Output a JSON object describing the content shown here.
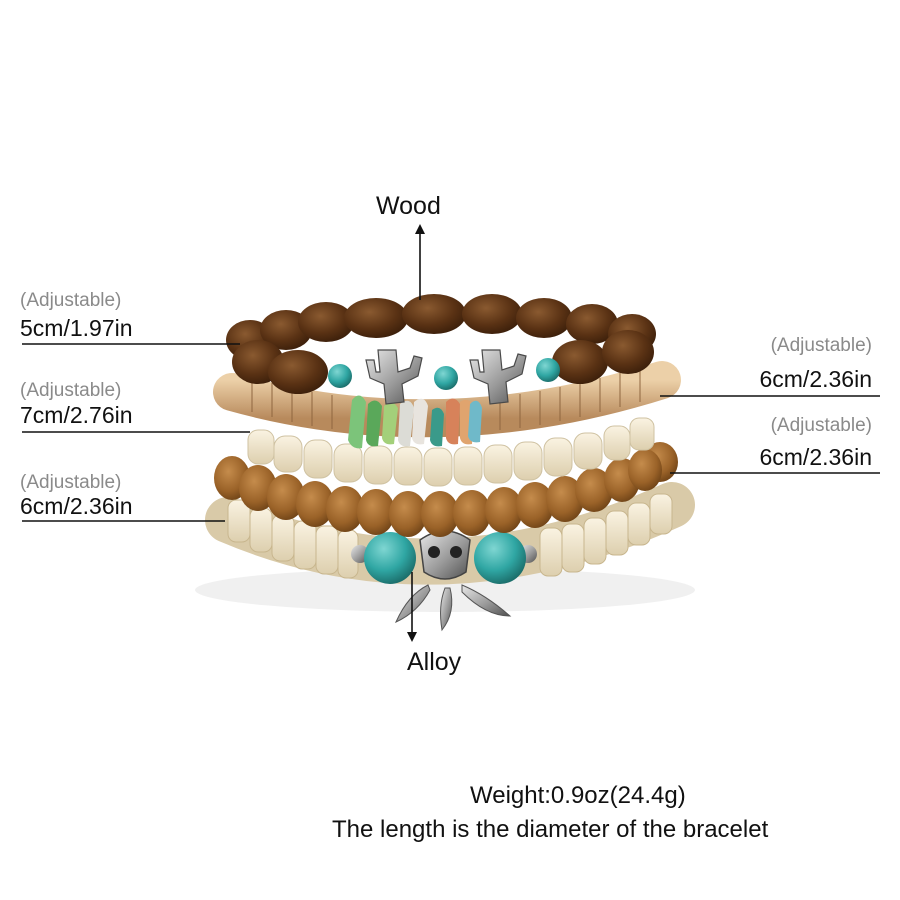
{
  "labels": {
    "material_top": "Wood",
    "material_bottom": "Alloy",
    "left": [
      {
        "adjustable": "(Adjustable)",
        "size": "5cm/1.97in"
      },
      {
        "adjustable": "(Adjustable)",
        "size": "7cm/2.76in"
      },
      {
        "adjustable": "(Adjustable)",
        "size": "6cm/2.36in"
      }
    ],
    "right": [
      {
        "adjustable": "(Adjustable)",
        "size": "6cm/2.36in"
      },
      {
        "adjustable": "(Adjustable)",
        "size": "6cm/2.36in"
      }
    ]
  },
  "footer": {
    "weight": "Weight:0.9oz(24.4g)",
    "note": "The length is the diameter of the bracelet"
  },
  "colors": {
    "dark_wood": "#5a3214",
    "light_wood": "#a0692e",
    "coconut": "#d9b48a",
    "bone": "#efe4cc",
    "turquoise": "#2fa6a3",
    "alloy": "#8c8c8c"
  }
}
